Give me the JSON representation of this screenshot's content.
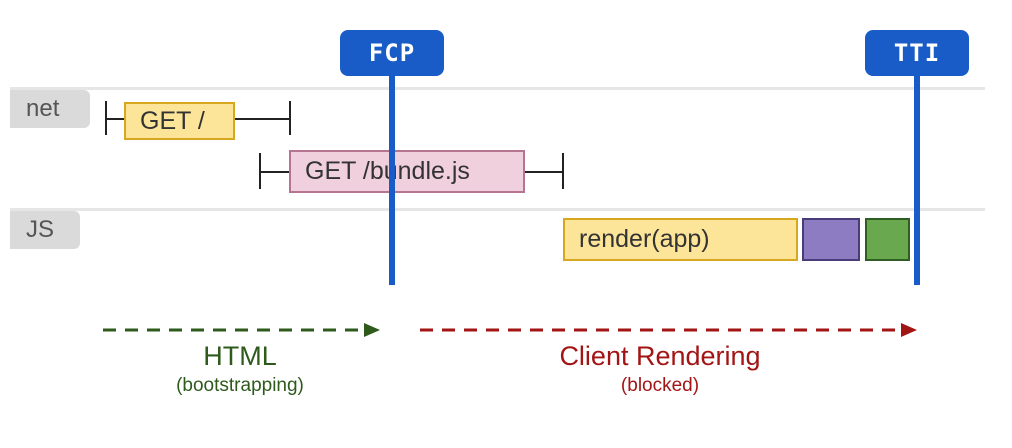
{
  "rows": {
    "net_label": "net",
    "js_label": "JS"
  },
  "requests": {
    "get_root": "GET /",
    "get_bundle": "GET /bundle.js"
  },
  "js_tasks": {
    "render": "render(app)"
  },
  "markers": {
    "fcp": "FCP",
    "tti": "TTI"
  },
  "phases": {
    "html_title": "HTML",
    "html_sub": "(bootstrapping)",
    "client_title": "Client Rendering",
    "client_sub": "(blocked)"
  },
  "colors": {
    "marker_blue": "#1a5cc7",
    "get_fill": "#fce499",
    "bundle_fill": "#f1d0de",
    "purple_block": "#8e7cc3",
    "green_block": "#6aa84f",
    "html_phase": "#2e5a1c",
    "client_phase": "#a31515"
  }
}
